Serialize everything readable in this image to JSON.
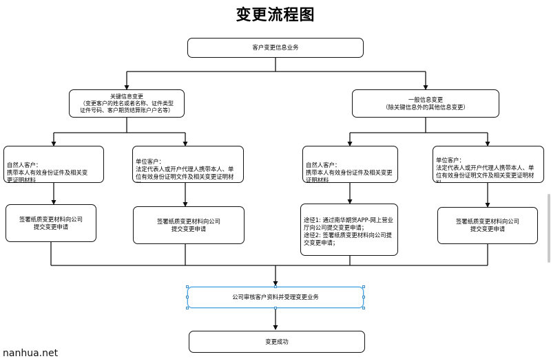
{
  "title": "变更流程图",
  "nodes": {
    "root": "客户变更信息业务",
    "key_info": "关键信息变更\n（变更客户的姓名或者名称、证件类型\n证件号码、客户期货结算账户户名等）",
    "general_info": "一般信息变更\n（除关键信息外的其他信息变更）",
    "key_natural": "自然人客户：\n携带本人有效身份证件及相关变\n更证明材料",
    "key_entity": "单位客户：\n法定代表人或开户代理人携带本人、单\n位有效身份证明文件及相关变更证明材\n料",
    "gen_natural": "自然人客户：\n携带本人有效身份证件及相关变更\n证明材料",
    "gen_entity": "单位客户：\n法定代表人或开户代理人携带本人、单\n位有效身份证明文件及相关变更证明材\n料",
    "key_natural_submit": "签署纸质变更材料向公司\n提交变更申请",
    "key_entity_submit": "签署纸质变更材料向公司\n提交变更申请",
    "gen_natural_submit": "途径1: 通过南华期货APP-网上营业\n厅向公司提交变更申请；\n途径2: 签署纸质变更材料向公司提\n交变更申请；",
    "gen_entity_submit": "签署纸质变更材料向公司\n提交变更申请",
    "review": "公司审核客户资料并受理变更业务",
    "success": "变更成功"
  },
  "watermark": "nanhua.net"
}
